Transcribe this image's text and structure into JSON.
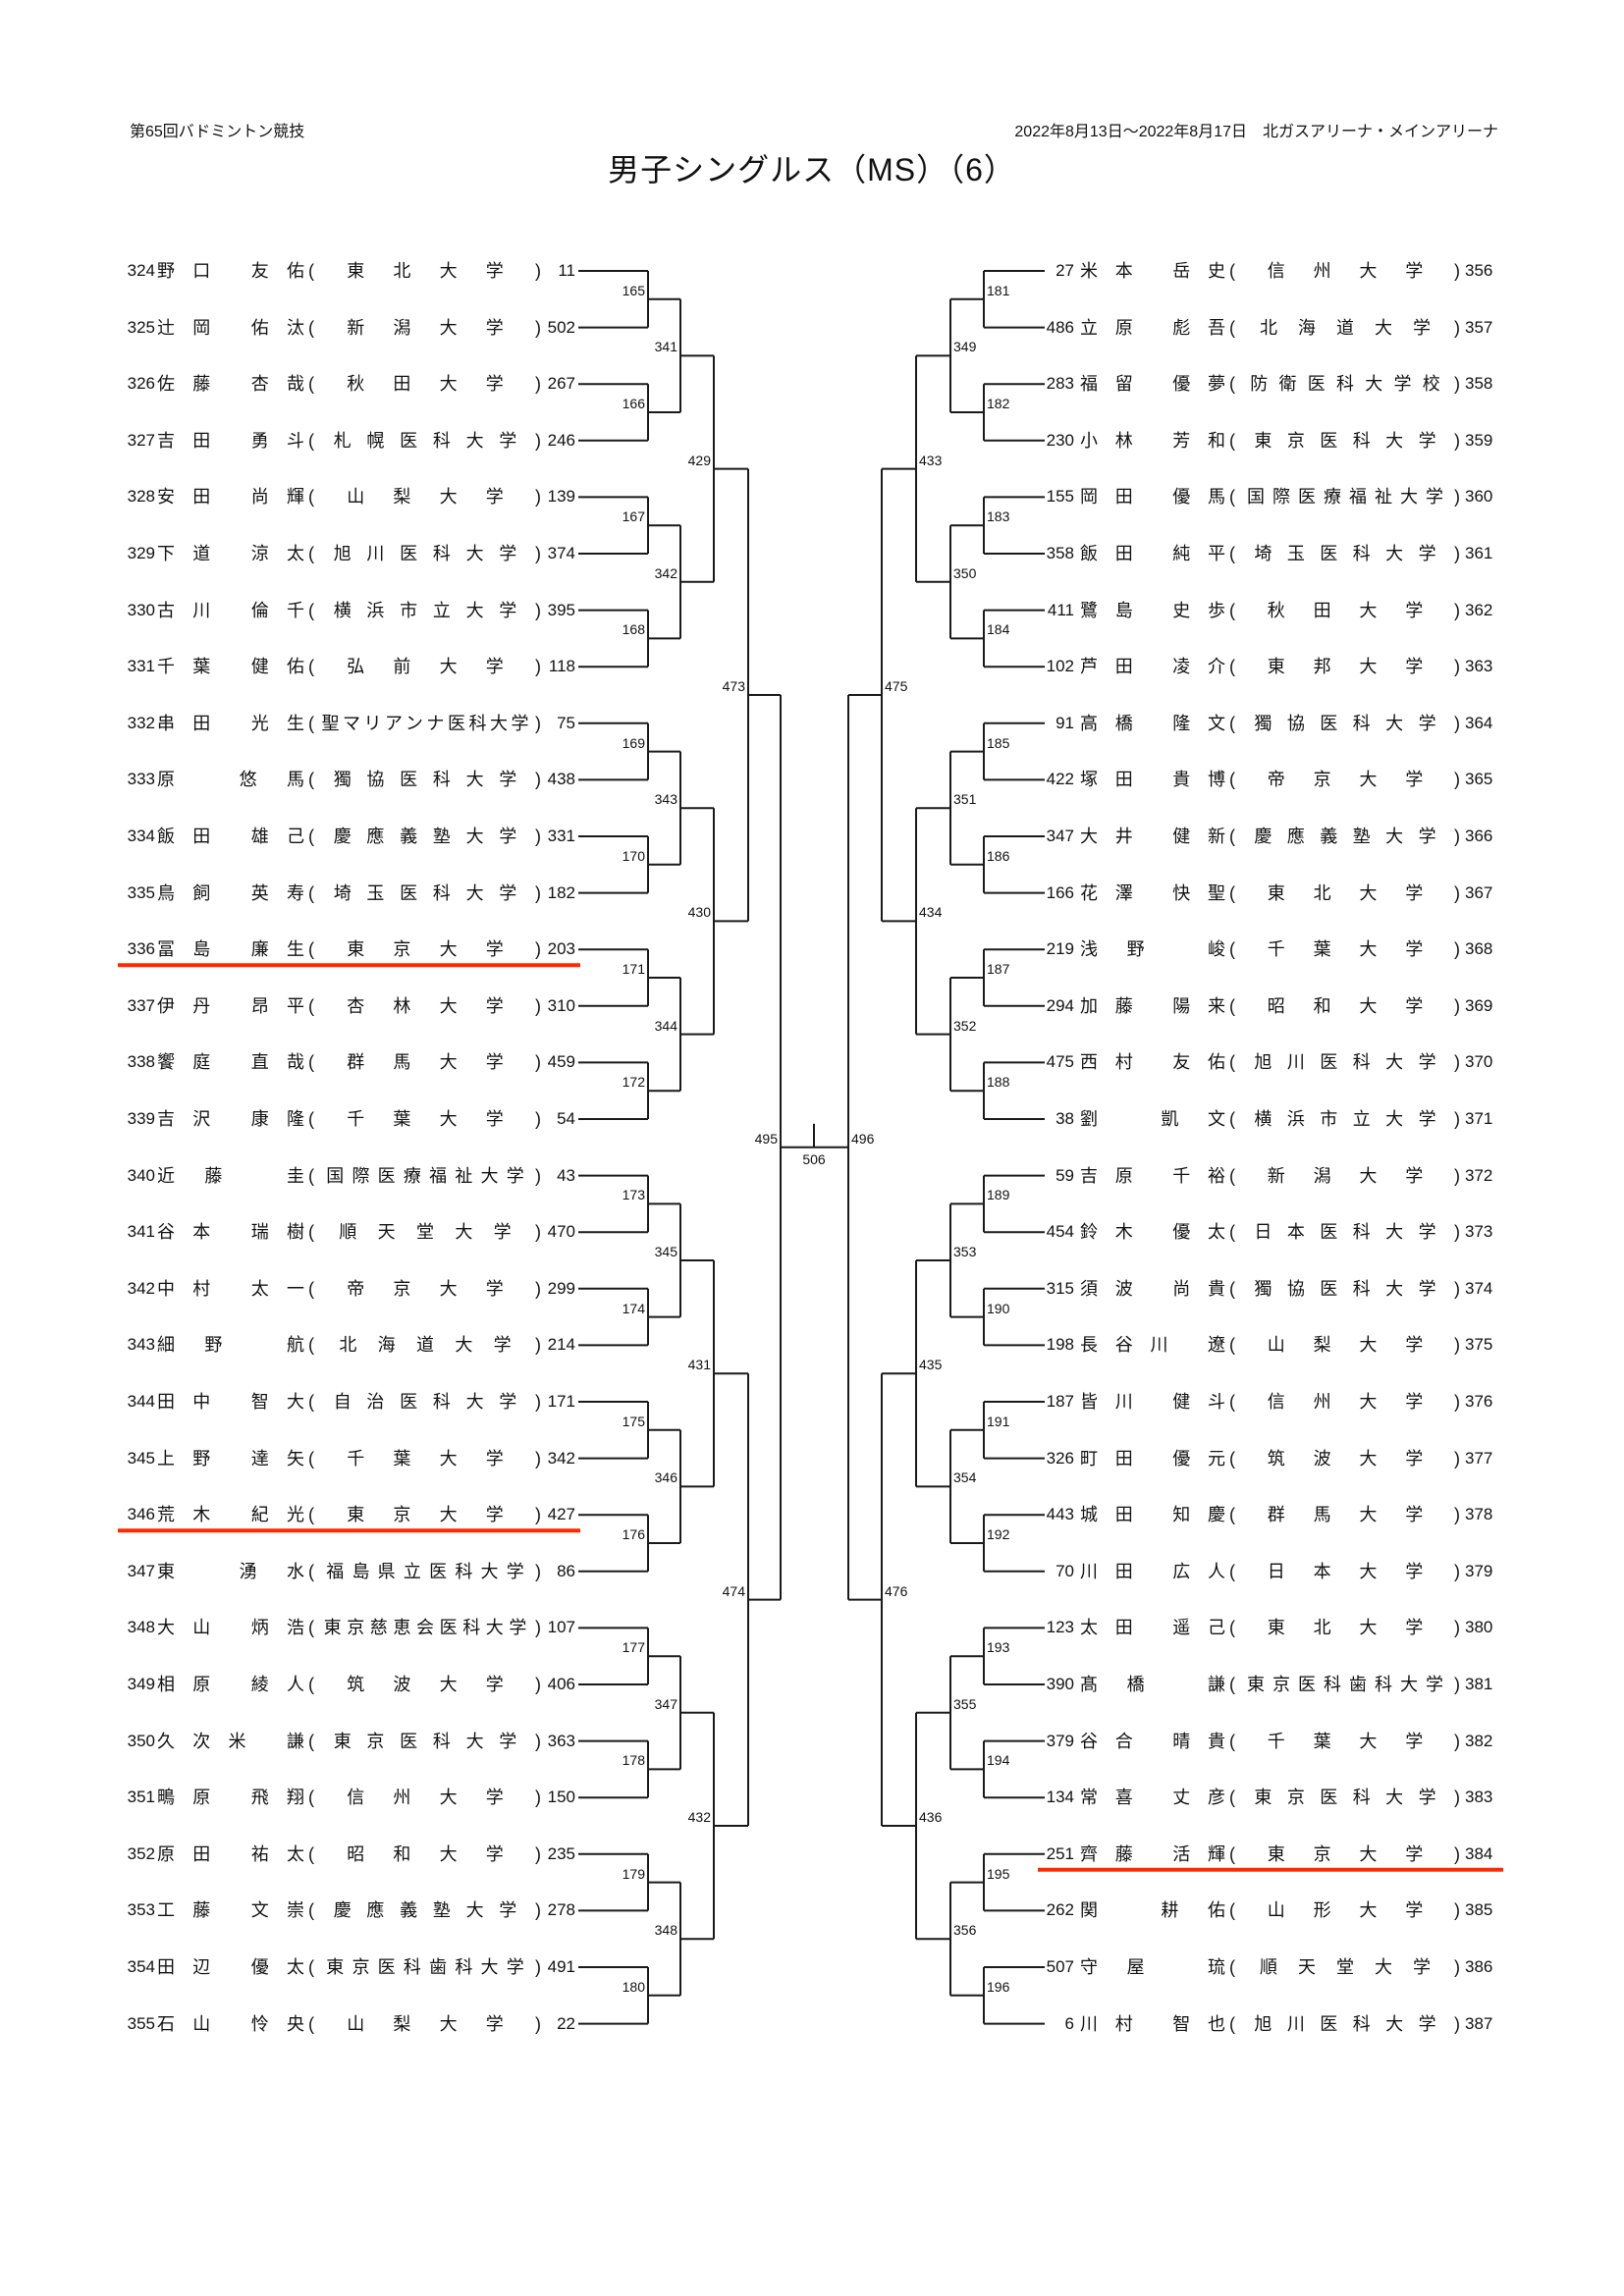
{
  "header": {
    "event": "第65回バドミントン競技",
    "dates_venue": "2022年8月13日～2022年8月17日　北ガスアリーナ・メインアリーナ",
    "title": "男子シングルス（MS）（6）"
  },
  "colors": {
    "line": "#1a1a1a",
    "highlight": "#ff2a00"
  },
  "left": {
    "players": [
      {
        "no": "324",
        "name": "野口 友佑",
        "school": "東北大学",
        "seed": "11"
      },
      {
        "no": "325",
        "name": "辻岡 佑汰",
        "school": "新潟大学",
        "seed": "502"
      },
      {
        "no": "326",
        "name": "佐藤 杏哉",
        "school": "秋田大学",
        "seed": "267"
      },
      {
        "no": "327",
        "name": "吉田 勇斗",
        "school": "札幌医科大学",
        "seed": "246"
      },
      {
        "no": "328",
        "name": "安田 尚輝",
        "school": "山梨大学",
        "seed": "139"
      },
      {
        "no": "329",
        "name": "下道 涼太",
        "school": "旭川医科大学",
        "seed": "374"
      },
      {
        "no": "330",
        "name": "古川 倫千",
        "school": "横浜市立大学",
        "seed": "395"
      },
      {
        "no": "331",
        "name": "千葉 健佑",
        "school": "弘前大学",
        "seed": "118"
      },
      {
        "no": "332",
        "name": "串田 光生",
        "school": "聖マリアンナ医科大学",
        "seed": "75"
      },
      {
        "no": "333",
        "name": "原 悠馬",
        "school": "獨協医科大学",
        "seed": "438"
      },
      {
        "no": "334",
        "name": "飯田 雄己",
        "school": "慶應義塾大学",
        "seed": "331"
      },
      {
        "no": "335",
        "name": "鳥飼 英寿",
        "school": "埼玉医科大学",
        "seed": "182"
      },
      {
        "no": "336",
        "name": "冨島 廉生",
        "school": "東京大学",
        "seed": "203",
        "highlight": true
      },
      {
        "no": "337",
        "name": "伊丹 昂平",
        "school": "杏林大学",
        "seed": "310"
      },
      {
        "no": "338",
        "name": "饗庭 直哉",
        "school": "群馬大学",
        "seed": "459"
      },
      {
        "no": "339",
        "name": "吉沢 康隆",
        "school": "千葉大学",
        "seed": "54"
      },
      {
        "no": "340",
        "name": "近藤 圭",
        "school": "国際医療福祉大学",
        "seed": "43"
      },
      {
        "no": "341",
        "name": "谷本 瑞樹",
        "school": "順天堂大学",
        "seed": "470"
      },
      {
        "no": "342",
        "name": "中村 太一",
        "school": "帝京大学",
        "seed": "299"
      },
      {
        "no": "343",
        "name": "細野 航",
        "school": "北海道大学",
        "seed": "214"
      },
      {
        "no": "344",
        "name": "田中 智大",
        "school": "自治医科大学",
        "seed": "171"
      },
      {
        "no": "345",
        "name": "上野 達矢",
        "school": "千葉大学",
        "seed": "342"
      },
      {
        "no": "346",
        "name": "荒木 紀光",
        "school": "東京大学",
        "seed": "427",
        "highlight": true
      },
      {
        "no": "347",
        "name": "東 湧水",
        "school": "福島県立医科大学",
        "seed": "86"
      },
      {
        "no": "348",
        "name": "大山 炳浩",
        "school": "東京慈恵会医科大学",
        "seed": "107"
      },
      {
        "no": "349",
        "name": "相原 綾人",
        "school": "筑波大学",
        "seed": "406"
      },
      {
        "no": "350",
        "name": "久次米 謙",
        "school": "東京医科大学",
        "seed": "363"
      },
      {
        "no": "351",
        "name": "鴫原 飛翔",
        "school": "信州大学",
        "seed": "150"
      },
      {
        "no": "352",
        "name": "原田 祐太",
        "school": "昭和大学",
        "seed": "235"
      },
      {
        "no": "353",
        "name": "工藤 文崇",
        "school": "慶應義塾大学",
        "seed": "278"
      },
      {
        "no": "354",
        "name": "田辺 優太",
        "school": "東京医科歯科大学",
        "seed": "491"
      },
      {
        "no": "355",
        "name": "石山 怜央",
        "school": "山梨大学",
        "seed": "22"
      }
    ],
    "rounds": [
      [
        "165",
        "166",
        "167",
        "168",
        "169",
        "170",
        "171",
        "172",
        "173",
        "174",
        "175",
        "176",
        "177",
        "178",
        "179",
        "180"
      ],
      [
        "341",
        "342",
        "343",
        "344",
        "345",
        "346",
        "347",
        "348"
      ],
      [
        "429",
        "430",
        "431",
        "432"
      ],
      [
        "473",
        "474"
      ],
      [
        "495"
      ]
    ]
  },
  "right": {
    "players": [
      {
        "no": "356",
        "name": "米本 岳史",
        "school": "信州大学",
        "seed": "27"
      },
      {
        "no": "357",
        "name": "立原 彪吾",
        "school": "北海道大学",
        "seed": "486"
      },
      {
        "no": "358",
        "name": "福留 優夢",
        "school": "防衛医科大学校",
        "seed": "283"
      },
      {
        "no": "359",
        "name": "小林 芳和",
        "school": "東京医科大学",
        "seed": "230"
      },
      {
        "no": "360",
        "name": "岡田 優馬",
        "school": "国際医療福祉大学",
        "seed": "155"
      },
      {
        "no": "361",
        "name": "飯田 純平",
        "school": "埼玉医科大学",
        "seed": "358"
      },
      {
        "no": "362",
        "name": "鷺島 史歩",
        "school": "秋田大学",
        "seed": "411"
      },
      {
        "no": "363",
        "name": "芦田 凌介",
        "school": "東邦大学",
        "seed": "102"
      },
      {
        "no": "364",
        "name": "高橋 隆文",
        "school": "獨協医科大学",
        "seed": "91"
      },
      {
        "no": "365",
        "name": "塚田 貴博",
        "school": "帝京大学",
        "seed": "422"
      },
      {
        "no": "366",
        "name": "大井 健新",
        "school": "慶應義塾大学",
        "seed": "347"
      },
      {
        "no": "367",
        "name": "花澤 快聖",
        "school": "東北大学",
        "seed": "166"
      },
      {
        "no": "368",
        "name": "浅野 峻",
        "school": "千葉大学",
        "seed": "219"
      },
      {
        "no": "369",
        "name": "加藤 陽来",
        "school": "昭和大学",
        "seed": "294"
      },
      {
        "no": "370",
        "name": "西村 友佑",
        "school": "旭川医科大学",
        "seed": "475"
      },
      {
        "no": "371",
        "name": "劉 凱文",
        "school": "横浜市立大学",
        "seed": "38"
      },
      {
        "no": "372",
        "name": "吉原 千裕",
        "school": "新潟大学",
        "seed": "59"
      },
      {
        "no": "373",
        "name": "鈴木 優太",
        "school": "日本医科大学",
        "seed": "454"
      },
      {
        "no": "374",
        "name": "須波 尚貴",
        "school": "獨協医科大学",
        "seed": "315"
      },
      {
        "no": "375",
        "name": "長谷川 遼",
        "school": "山梨大学",
        "seed": "198"
      },
      {
        "no": "376",
        "name": "皆川 健斗",
        "school": "信州大学",
        "seed": "187"
      },
      {
        "no": "377",
        "name": "町田 優元",
        "school": "筑波大学",
        "seed": "326"
      },
      {
        "no": "378",
        "name": "城田 知慶",
        "school": "群馬大学",
        "seed": "443"
      },
      {
        "no": "379",
        "name": "川田 広人",
        "school": "日本大学",
        "seed": "70"
      },
      {
        "no": "380",
        "name": "太田 遥己",
        "school": "東北大学",
        "seed": "123"
      },
      {
        "no": "381",
        "name": "髙橋 謙",
        "school": "東京医科歯科大学",
        "seed": "390"
      },
      {
        "no": "382",
        "name": "谷合 晴貴",
        "school": "千葉大学",
        "seed": "379"
      },
      {
        "no": "383",
        "name": "常喜 丈彦",
        "school": "東京医科大学",
        "seed": "134"
      },
      {
        "no": "384",
        "name": "齊藤 活輝",
        "school": "東京大学",
        "seed": "251",
        "highlight": true
      },
      {
        "no": "385",
        "name": "関 耕佑",
        "school": "山形大学",
        "seed": "262"
      },
      {
        "no": "386",
        "name": "守屋 琉",
        "school": "順天堂大学",
        "seed": "507"
      },
      {
        "no": "387",
        "name": "川村 智也",
        "school": "旭川医科大学",
        "seed": "6"
      }
    ],
    "rounds": [
      [
        "181",
        "182",
        "183",
        "184",
        "185",
        "186",
        "187",
        "188",
        "189",
        "190",
        "191",
        "192",
        "193",
        "194",
        "195",
        "196"
      ],
      [
        "349",
        "350",
        "351",
        "352",
        "353",
        "354",
        "355",
        "356"
      ],
      [
        "433",
        "434",
        "435",
        "436"
      ],
      [
        "475",
        "476"
      ],
      [
        "496"
      ]
    ]
  },
  "final": {
    "match": "506"
  }
}
